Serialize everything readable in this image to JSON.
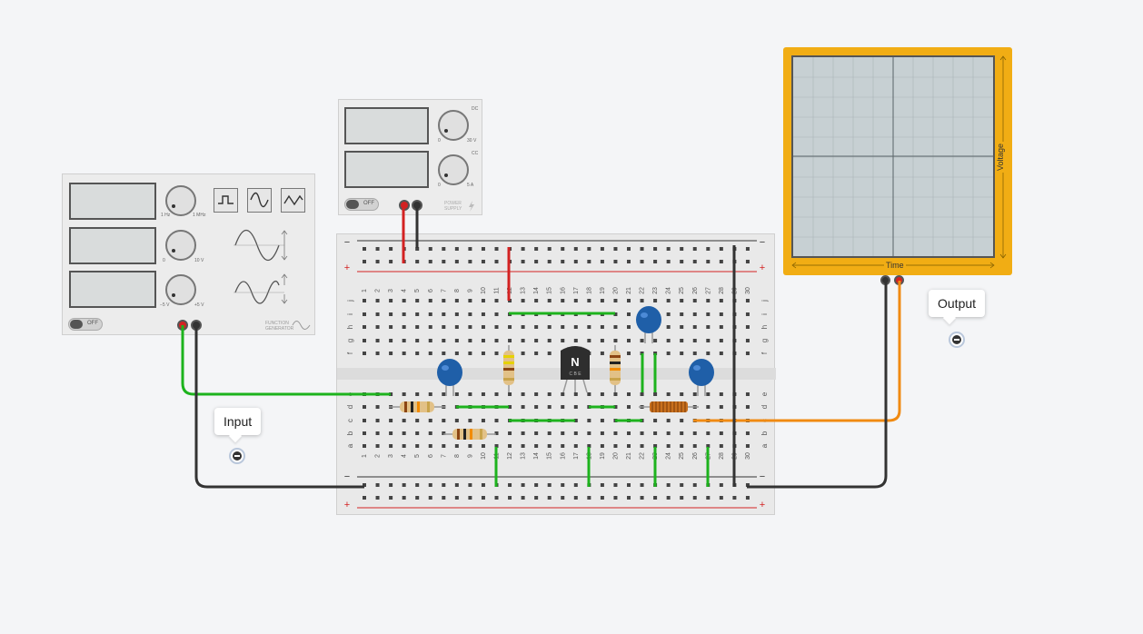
{
  "function_generator": {
    "power_state": "OFF",
    "knob1": {
      "min": "1 Hz",
      "max": "1 MHz"
    },
    "knob2": {
      "min": "0",
      "max": "10 V"
    },
    "knob3": {
      "min": "−5 V",
      "max": "+5 V"
    },
    "label": "FUNCTION GENERATOR",
    "wave_buttons": [
      "square-wave-icon",
      "sine-wave-icon",
      "triangle-wave-icon"
    ]
  },
  "power_supply": {
    "power_state": "OFF",
    "voltage_knob": {
      "mode": "DC",
      "min": "0",
      "max": "30 V"
    },
    "current_knob": {
      "mode": "CC",
      "min": "0",
      "max": "5 A"
    },
    "label": "POWER SUPPLY"
  },
  "oscilloscope": {
    "x_label": "Time",
    "y_label": "Voltage"
  },
  "breadboard": {
    "minus": "−",
    "plus": "+",
    "column_numbers": [
      "1",
      "2",
      "3",
      "4",
      "5",
      "6",
      "7",
      "8",
      "9",
      "10",
      "11",
      "12",
      "13",
      "14",
      "15",
      "16",
      "17",
      "18",
      "19",
      "20",
      "21",
      "22",
      "23",
      "24",
      "25",
      "26",
      "27",
      "28",
      "29",
      "30"
    ],
    "rows_top": [
      "j",
      "i",
      "h",
      "g",
      "f"
    ],
    "rows_bottom": [
      "e",
      "d",
      "c",
      "b",
      "a"
    ]
  },
  "transistor": {
    "type_label": "N",
    "pins": "C B E"
  },
  "labels": {
    "input": "Input",
    "output": "Output"
  },
  "colors": {
    "wire_green": "#1db31d",
    "wire_red": "#d32222",
    "wire_black": "#333333",
    "wire_orange": "#f08a12",
    "scope_frame": "#f1ad14",
    "capacitor": "#1f5fa8"
  }
}
